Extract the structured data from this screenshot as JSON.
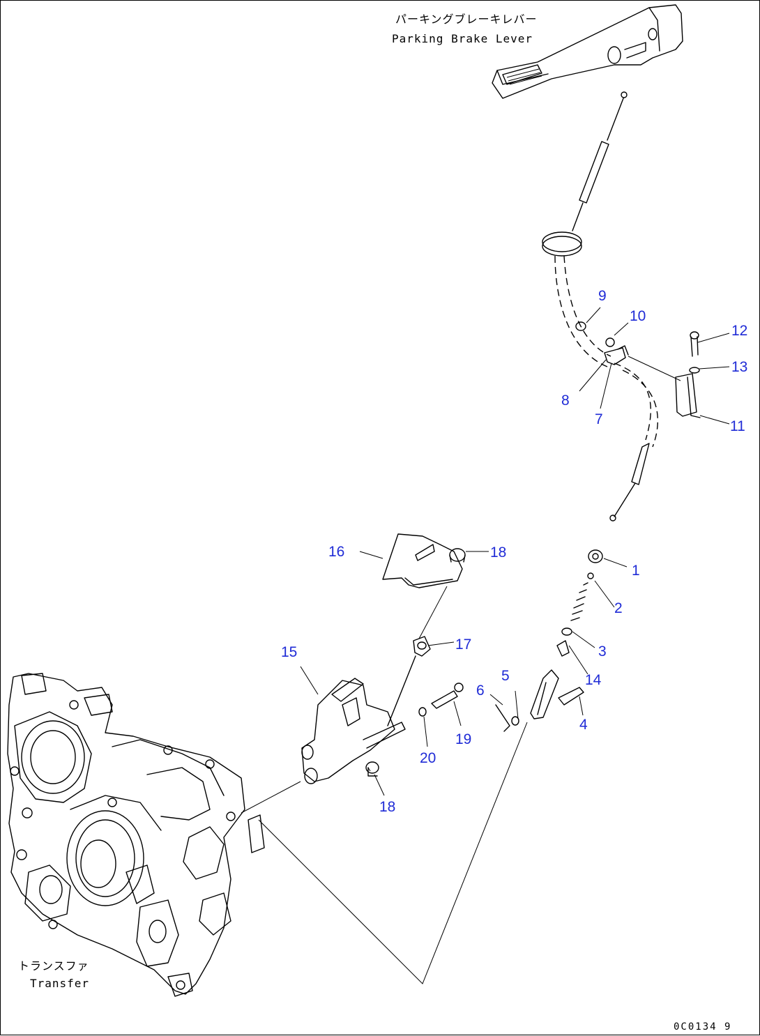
{
  "labels": {
    "lever_jp": "パーキングブレーキレバー",
    "lever_en": "Parking Brake Lever",
    "trans_jp": "トランスファ",
    "trans_en": "Transfer",
    "drawing_ref": "0C0134 9"
  },
  "callouts": [
    {
      "num": "1"
    },
    {
      "num": "2"
    },
    {
      "num": "3"
    },
    {
      "num": "4"
    },
    {
      "num": "5"
    },
    {
      "num": "6"
    },
    {
      "num": "7"
    },
    {
      "num": "8"
    },
    {
      "num": "9"
    },
    {
      "num": "10"
    },
    {
      "num": "11"
    },
    {
      "num": "12"
    },
    {
      "num": "13"
    },
    {
      "num": "14"
    },
    {
      "num": "15"
    },
    {
      "num": "16"
    },
    {
      "num": "17"
    },
    {
      "num": "18"
    },
    {
      "num": "18"
    },
    {
      "num": "19"
    },
    {
      "num": "20"
    }
  ],
  "colors": {
    "callout": "#1f2bd6",
    "line": "#000000"
  }
}
